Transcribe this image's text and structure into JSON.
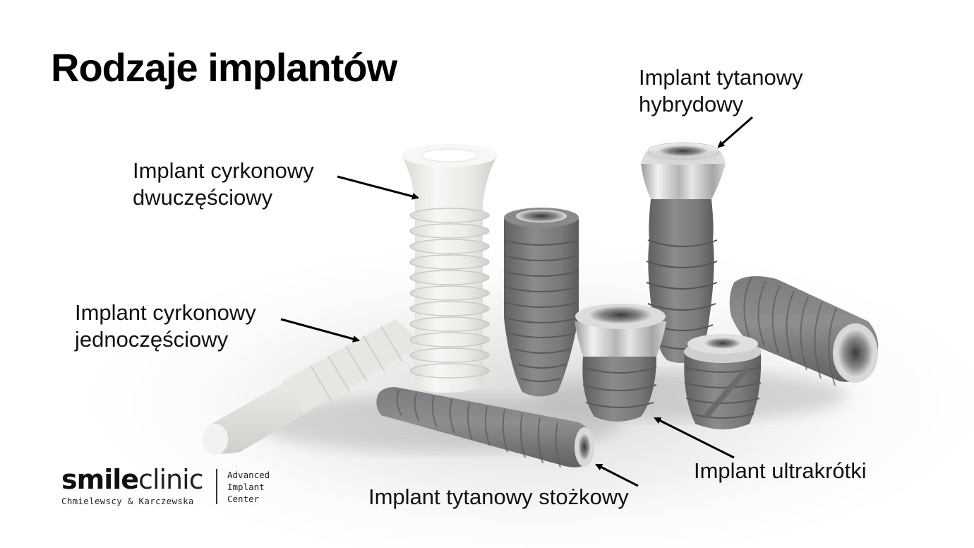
{
  "slide": {
    "title": "Rodzaje implantów",
    "labels": {
      "zirconia_two_piece": {
        "line1": "Implant cyrkonowy",
        "line2": "dwuczęściowy"
      },
      "zirconia_one_piece": {
        "line1": "Implant cyrkonowy",
        "line2": "jednoczęściowy"
      },
      "titanium_hybrid": {
        "line1": "Implant tytanowy",
        "line2": "hybrydowy"
      },
      "ultra_short": {
        "line1": "Implant ultrakrótki"
      },
      "titanium_tapered": {
        "line1": "Implant tytanowy stożkowy"
      }
    },
    "colors": {
      "text": "#111111",
      "zirconia": "#eeeeec",
      "titanium_body": "#7d7d7f",
      "titanium_collar": "#c8c8ca",
      "background": "#ffffff"
    }
  },
  "logo": {
    "brand_bold": "smile",
    "brand_light": "clinic",
    "subtitle": "Chmielewscy & Karczewska",
    "tagline": {
      "line1": "Advanced",
      "line2": "Implant",
      "line3": "Center"
    }
  }
}
